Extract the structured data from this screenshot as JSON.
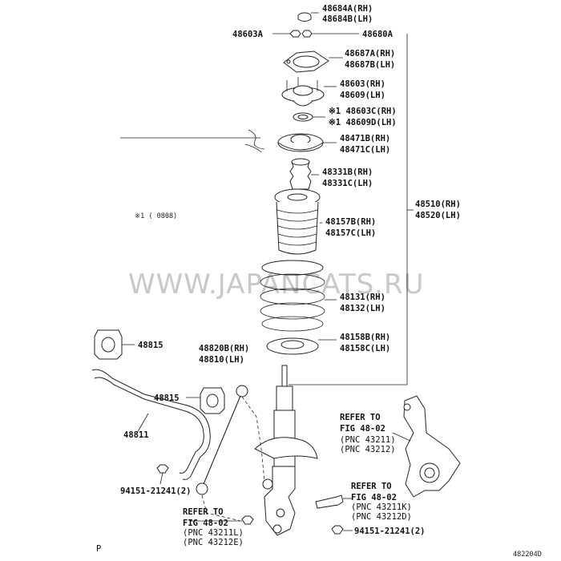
{
  "labels": {
    "l48684": [
      "48684A(RH)",
      "48684B(LH)"
    ],
    "l48603A": "48603A",
    "l48680A": "48680A",
    "l48687": [
      "48687A(RH)",
      "48687B(LH)"
    ],
    "l48603": [
      "48603(RH)",
      "48609(LH)"
    ],
    "l48603C": [
      "※1 48603C(RH)",
      "※1 48609D(LH)"
    ],
    "l48471": [
      "48471B(RH)",
      "48471C(LH)"
    ],
    "l48331": [
      "48331B(RH)",
      "48331C(LH)"
    ],
    "l48510": [
      "48510(RH)",
      "48520(LH)"
    ],
    "l48157": [
      "48157B(RH)",
      "48157C(LH)"
    ],
    "l48131": [
      "48131(RH)",
      "48132(LH)"
    ],
    "l48158": [
      "48158B(RH)",
      "48158C(LH)"
    ],
    "l48815a": "48815",
    "l48820": [
      "48820B(RH)",
      "48810(LH)"
    ],
    "l48815b": "48815",
    "l48811": "48811",
    "l94151a": "94151-21241(2)",
    "l94151b": "94151-21241(2)",
    "ref1": [
      "REFER TO",
      "FIG 48-02",
      "(PNC 43211)",
      "(PNC 43212)"
    ],
    "ref2": [
      "REFER TO",
      "FIG 48-02",
      "(PNC 43211K)",
      "(PNC 43212D)"
    ],
    "ref3": [
      "REFER TO",
      "FIG 48-02",
      "(PNC 43211L)",
      "(PNC 43212E)"
    ],
    "note": "※1 (      0808)",
    "watermark": "WWW.JAPANCATS.RU",
    "corner_p": "P",
    "code": "482204D"
  }
}
